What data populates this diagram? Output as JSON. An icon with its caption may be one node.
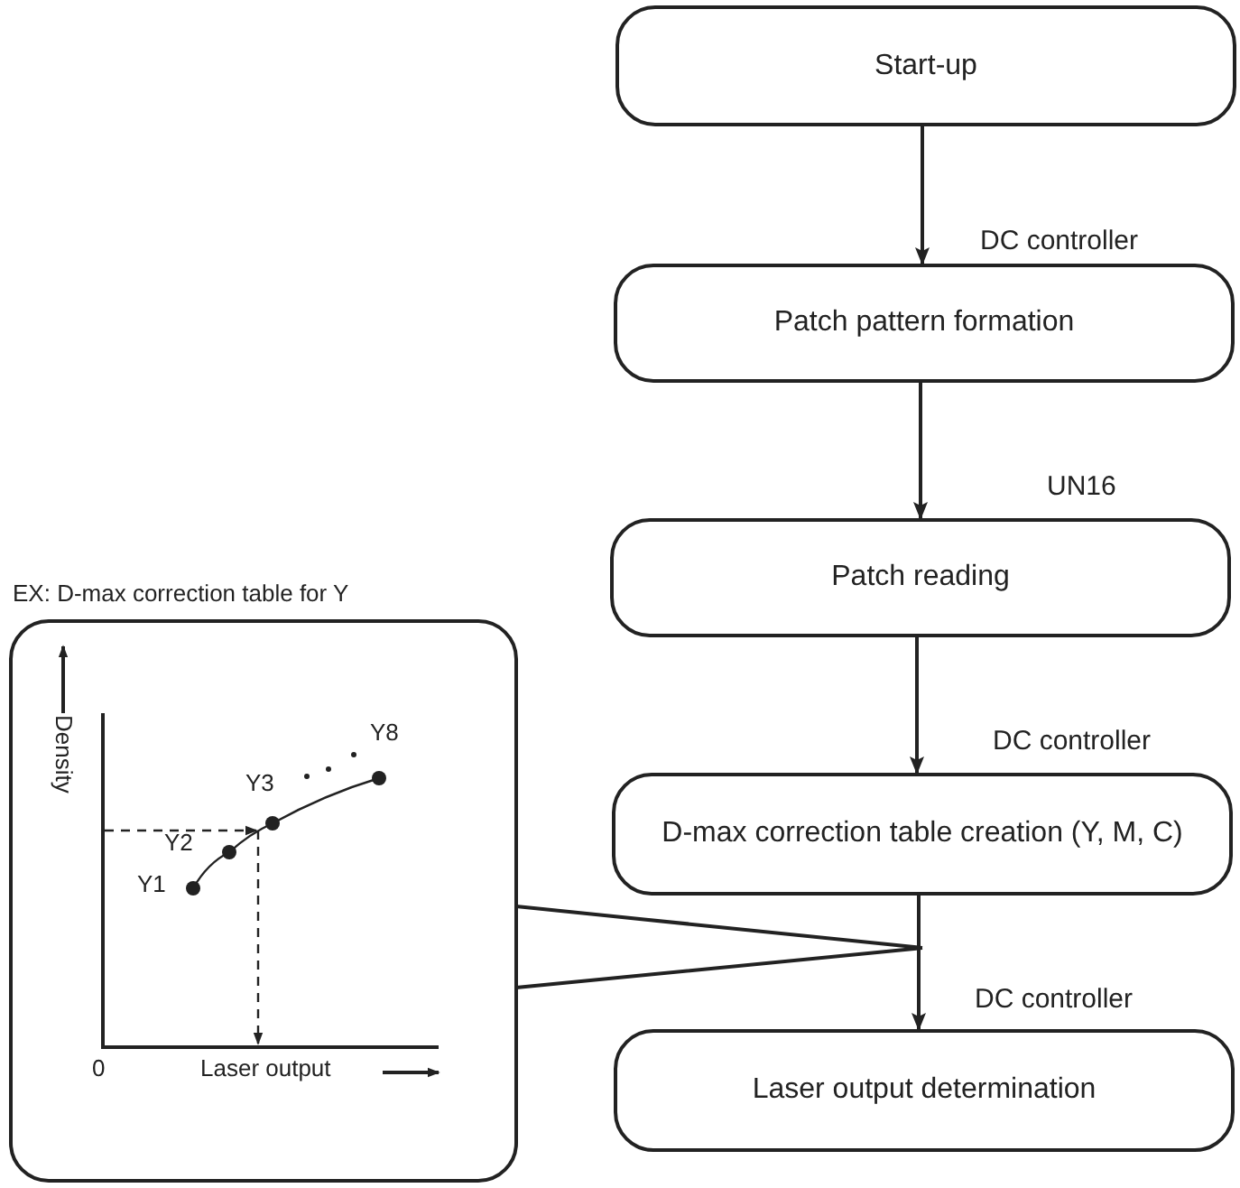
{
  "diagram": {
    "nodes": [
      {
        "text": [
          "Start-up"
        ]
      },
      {
        "text": [
          "Patch pattern formation"
        ],
        "beside": [
          "DC controller"
        ]
      },
      {
        "text": [
          "Patch reading"
        ],
        "beside": [
          "UN16"
        ]
      },
      {
        "text": [
          "D-max correction table creation (Y, M, C)"
        ],
        "beside": [
          "DC controller"
        ]
      },
      {
        "text": [
          "Laser output determination"
        ],
        "beside": [
          "DC controller"
        ]
      },
      {
        "text": [
          "EX: D-max correction table for Y"
        ]
      }
    ],
    "edges": [
      {
        "from": 0,
        "to": 1,
        "arrow": "to"
      },
      {
        "from": 1,
        "to": 2,
        "arrow": "to"
      },
      {
        "from": 2,
        "to": 3,
        "arrow": "to"
      },
      {
        "from": 3,
        "to": 4,
        "arrow": "to"
      },
      {
        "from": 5,
        "to": null,
        "arrow": "none"
      }
    ],
    "labels": [
      "Density",
      "Y8",
      "Y3",
      "Y2",
      "Y1",
      "0",
      "Laser output"
    ]
  }
}
